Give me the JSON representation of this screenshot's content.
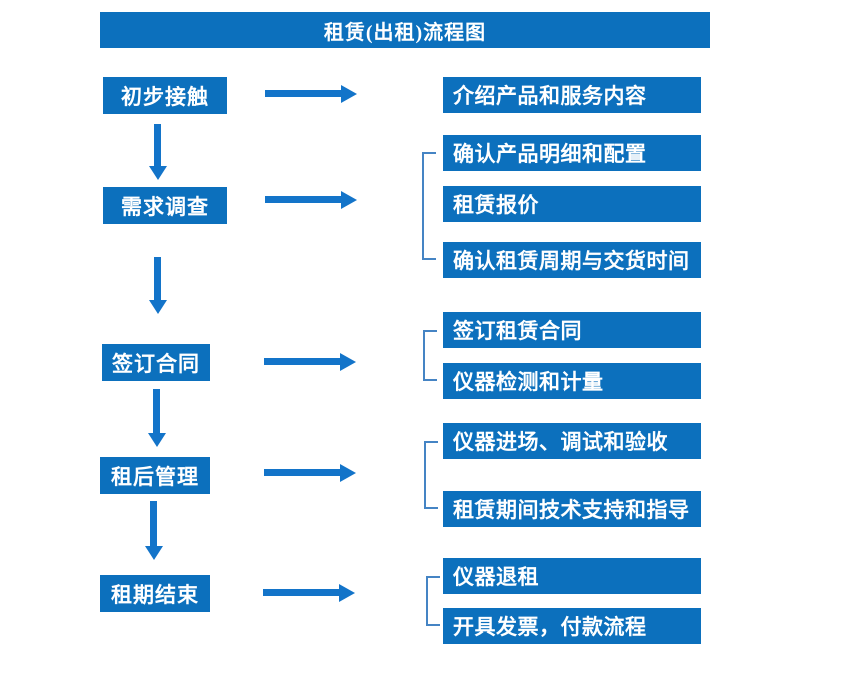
{
  "title": "租赁(出租)流程图",
  "colors": {
    "box": "#0c70bd",
    "arrow": "#1374c9",
    "bracket": "#4584c4",
    "text": "#ffffff",
    "background": "#ffffff"
  },
  "stages": [
    {
      "label": "初步接触",
      "details": [
        "介绍产品和服务内容"
      ]
    },
    {
      "label": "需求调查",
      "details": [
        "确认产品明细和配置",
        "租赁报价",
        "确认租赁周期与交货时间"
      ]
    },
    {
      "label": "签订合同",
      "details": [
        "签订租赁合同",
        "仪器检测和计量"
      ]
    },
    {
      "label": "租后管理",
      "details": [
        "仪器进场、调试和验收",
        "租赁期间技术支持和指导"
      ]
    },
    {
      "label": "租期结束",
      "details": [
        "仪器退租",
        "开具发票，付款流程"
      ]
    }
  ]
}
